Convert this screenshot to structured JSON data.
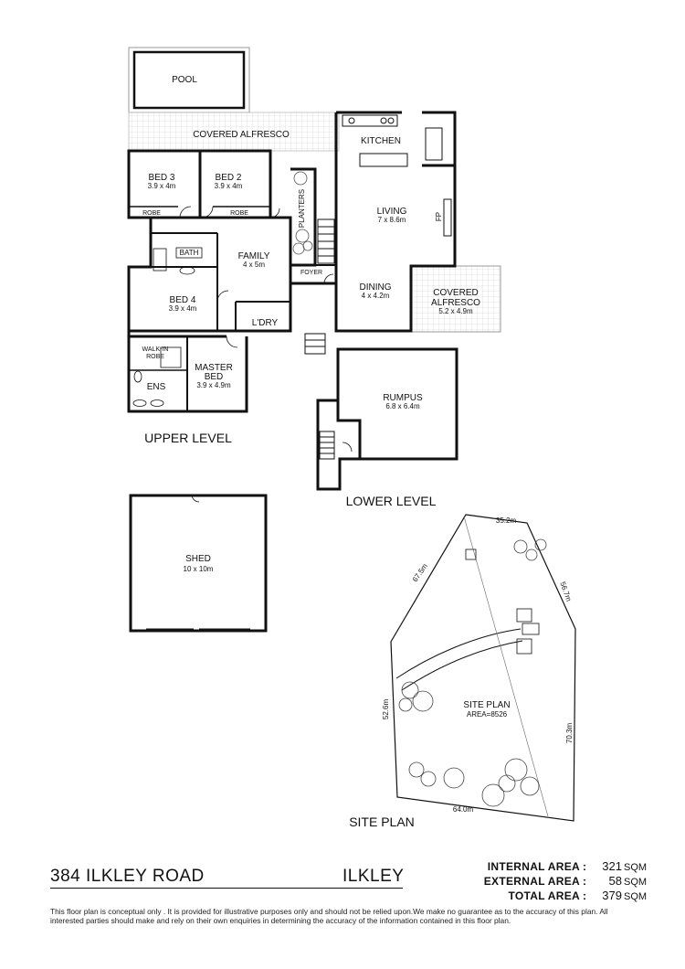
{
  "rooms": {
    "pool": {
      "label": "POOL"
    },
    "covered_alfresco_top": {
      "label": "COVERED ALFRESCO"
    },
    "kitchen": {
      "label": "KITCHEN"
    },
    "bed3": {
      "label": "BED 3",
      "size": "3.9 x 4m"
    },
    "bed2": {
      "label": "BED 2",
      "size": "3.9 x 4m"
    },
    "robe1": {
      "label": "ROBE"
    },
    "robe2": {
      "label": "ROBE"
    },
    "planters": {
      "label": "PLANTERS"
    },
    "living": {
      "label": "LIVING",
      "size": "7 x 8.6m"
    },
    "fp": {
      "label": "FP"
    },
    "bath": {
      "label": "BATH"
    },
    "family": {
      "label": "FAMILY",
      "size": "4 x 5m"
    },
    "foyer": {
      "label": "FOYER"
    },
    "dining": {
      "label": "DINING",
      "size": "4 x 4.2m"
    },
    "covered_alfresco_side": {
      "label1": "COVERED",
      "label2": "ALFRESCO",
      "size": "5.2 x 4.9m"
    },
    "bed4": {
      "label": "BED 4",
      "size": "3.9 x 4m"
    },
    "laundry": {
      "label": "L'DRY"
    },
    "walkin": {
      "label1": "WALK-IN",
      "label2": "ROBE"
    },
    "master": {
      "label1": "MASTER",
      "label2": "BED",
      "size": "3.9 x 4.9m"
    },
    "ens": {
      "label": "ENS"
    },
    "rumpus": {
      "label": "RUMPUS",
      "size": "6.8 x 6.4m"
    },
    "shed": {
      "label": "SHED",
      "size": "10 x 10m"
    }
  },
  "levels": {
    "upper": "UPPER LEVEL",
    "lower": "LOWER LEVEL",
    "site": "SITE PLAN"
  },
  "site": {
    "title": "SITE PLAN",
    "area": "AREA=8526",
    "edges": [
      "35.2m",
      "56.7m",
      "67.5m",
      "52.6m",
      "70.3m",
      "64.0m"
    ]
  },
  "footer": {
    "address": "384 ILKLEY ROAD",
    "suburb": "ILKLEY",
    "areas": [
      {
        "label": "INTERNAL AREA",
        "value": "321",
        "unit": "SQM"
      },
      {
        "label": "EXTERNAL AREA",
        "value": "58",
        "unit": "SQM"
      },
      {
        "label": "TOTAL AREA",
        "value": "379",
        "unit": "SQM"
      }
    ],
    "disclaimer": "This floor plan  is conceptual only . It is provided for illustrative purposes only and should not be relied upon.We make no guarantee as to the accuracy of this plan. All interested parties should make and rely on their own enquiries in determining the accuracy of the information contained in this floor plan."
  }
}
